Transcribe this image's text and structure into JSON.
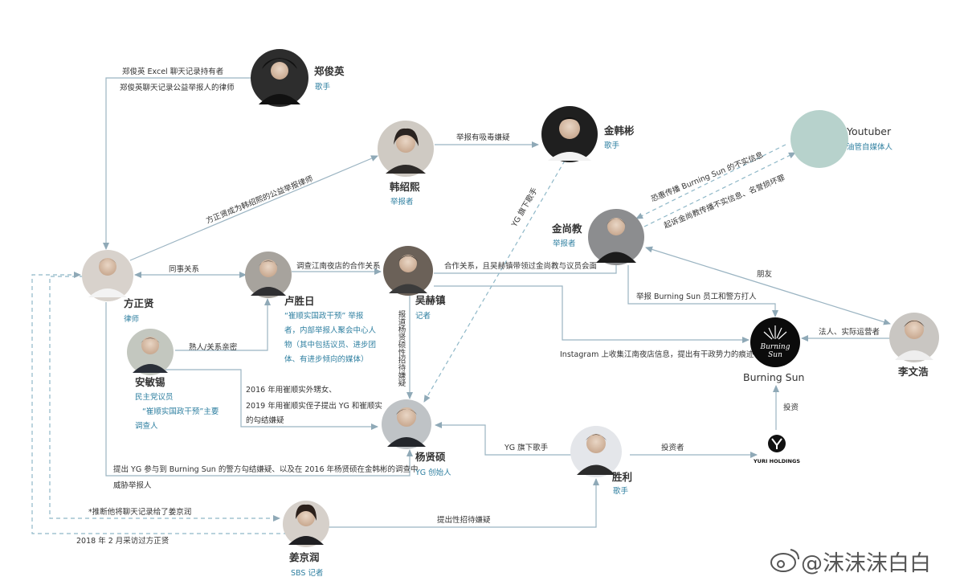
{
  "nodes": {
    "zheng": {
      "name": "郑俊英",
      "role": "歌手",
      "icon": "person-avatar"
    },
    "han": {
      "name": "韩绍熙",
      "role": "举报者",
      "icon": "person-avatar"
    },
    "kimhb": {
      "name": "金韩彬",
      "role": "歌手",
      "icon": "person-avatar"
    },
    "youtuber": {
      "name": "Youtuber",
      "role": "油管自媒体人",
      "icon": "channel-avatar"
    },
    "kimsj": {
      "name": "金尚教",
      "role": "举报者",
      "icon": "person-avatar"
    },
    "bang": {
      "name": "方正贤",
      "role": "律师",
      "icon": "person-avatar"
    },
    "lu": {
      "name": "卢胜日",
      "role_lines": [
        "“崔顺实国政干预” 举报",
        "者，内部举报人聚会中心人",
        "物（其中包括议员、进步团",
        "体、有进步倾向的媒体）"
      ],
      "icon": "person-avatar"
    },
    "wu": {
      "name": "吴赫镇",
      "role": "记者",
      "icon": "person-avatar"
    },
    "an": {
      "name": "安敏锡",
      "role_lines": [
        "民主党议员",
        "“崔顺实国政干预”主要",
        "调查人"
      ],
      "icon": "person-avatar"
    },
    "burning": {
      "name": "Burning Sun",
      "logo_text": [
        "Burning",
        "Sun"
      ],
      "icon": "burning-sun-logo"
    },
    "li": {
      "name": "李文浩",
      "icon": "person-avatar"
    },
    "yang": {
      "name": "杨贤硕",
      "role": "YG 创始人",
      "icon": "person-avatar"
    },
    "sheng": {
      "name": "胜利",
      "role": "歌手",
      "icon": "person-avatar"
    },
    "yuri": {
      "name": "YURI HOLDINGS",
      "icon": "yuri-holdings-logo"
    },
    "jiang": {
      "name": "姜京润",
      "role": "SBS 记者",
      "icon": "person-avatar"
    }
  },
  "edges": {
    "zheng_1": "郑俊英 Excel 聊天记录持有者",
    "zheng_2": "郑俊英聊天记录公益举报人的律师",
    "han_kim": "举报有吸毒嫌疑",
    "bang_han": "方正贤成为韩绍熙的公益举报律师",
    "yt_1": "恐惠传播 Burning Sun 的不实信息",
    "yt_2": "起诉金尚教传播不实信息、名誉损坏罪",
    "yg_artist": "YG 旗下歌手",
    "bang_lu": "同事关系",
    "lu_wu": "调查江南夜店的合作关系",
    "wu_kim": "合作关系，且吴赫镇带领过金尚教与议员会面",
    "friend": "朋友",
    "report_staff": "举报 Burning Sun 员工和警方打人",
    "insta": "Instagram 上收集江南夜店信息，提出有干政势力的痕迹",
    "lu_an": "熟人/关系亲密",
    "legal": "法人、实际运营者",
    "wu_yang": "报道杨贤硕性招待嫌疑",
    "an_lines": [
      "2016 年用崔顺实外甥女、",
      "2019 年用崔顺实侄子提出 YG 和崔顺实",
      "的勾结嫌疑"
    ],
    "invest": "投资",
    "yg_sheng": "YG 旗下歌手",
    "investor": "投资者",
    "bang_yang_1": "提出 YG 参与到 Burning Sun 的警方勾结嫌疑、以及在 2016 年杨贤硕在金韩彬的调查中",
    "bang_yang_2": "威胁举报人",
    "jiang_1": "*推断他将聊天记录给了姜京润",
    "jiang_sheng": "提出性招待嫌疑",
    "jiang_2": "2018 年 2 月采访过方正贤"
  },
  "watermark": "@沫沫沫白白",
  "colors": {
    "line": "#9bb4c2",
    "dash": "#8fb8c8",
    "role": "#2e7fa0",
    "youtuber": "#b7d2cc"
  }
}
